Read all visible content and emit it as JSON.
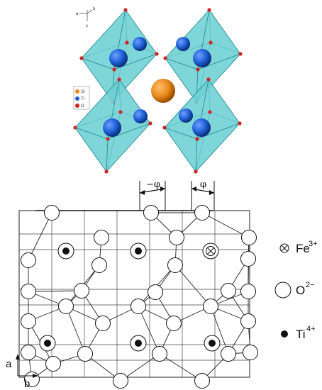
{
  "top_structure": {
    "axes_labels": [
      "a",
      "b",
      "c"
    ],
    "legend": [
      {
        "label": "Sr",
        "color": "#e8891a"
      },
      {
        "label": "Ti",
        "color": "#1f5fd6"
      },
      {
        "label": "O",
        "color": "#d42020"
      }
    ],
    "colors": {
      "octahedron_fill": "#6fd0d4",
      "octahedron_edge": "#2a8f96",
      "sr": "#e8891a",
      "ti": "#1f5fd6",
      "o": "#d42020"
    }
  },
  "bottom_diagram": {
    "rotation_labels": [
      "−φ",
      "φ"
    ],
    "legend": [
      {
        "symbol": "⊗",
        "ion": "Fe",
        "charge": "3+"
      },
      {
        "symbol": "○",
        "ion": "O",
        "charge": "2−"
      },
      {
        "symbol": "●",
        "ion": "Ti",
        "charge": "4+"
      }
    ],
    "axes": {
      "vertical": "a",
      "horizontal": "b"
    }
  }
}
